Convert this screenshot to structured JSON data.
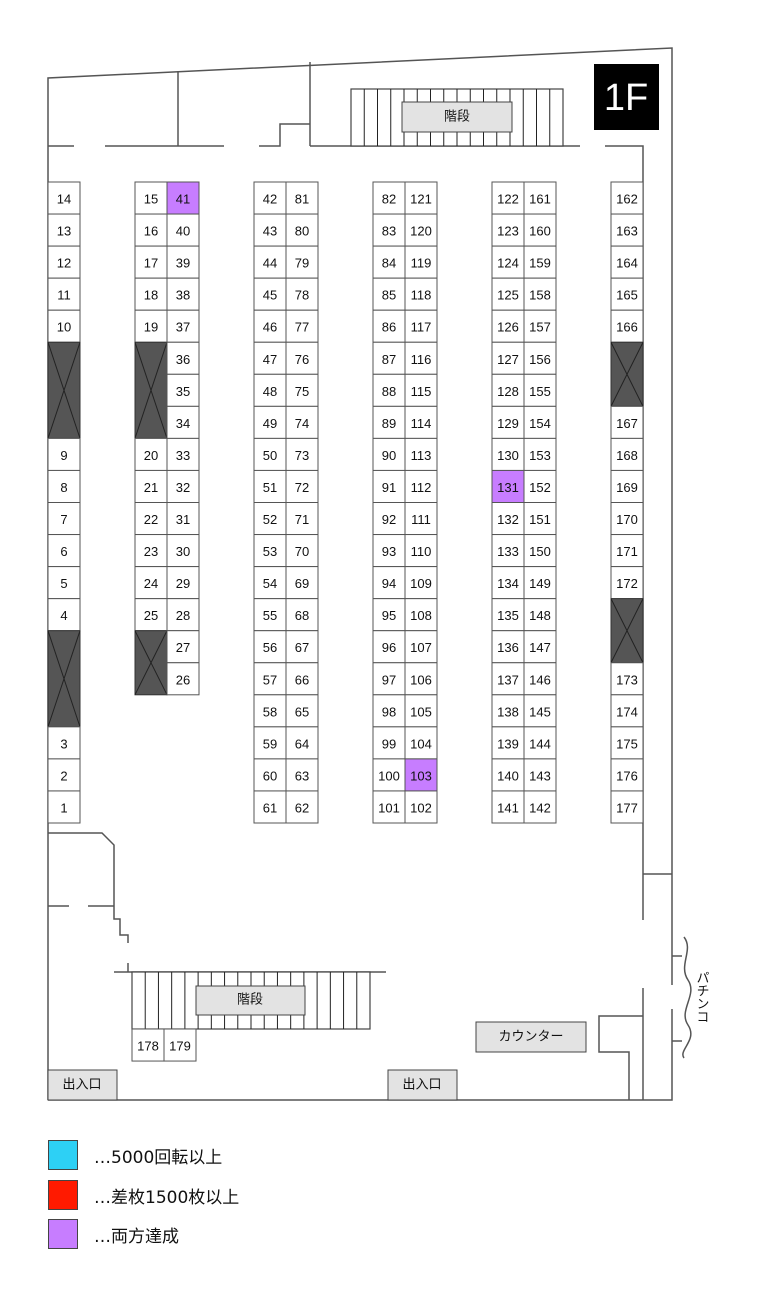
{
  "floor_label": "1F",
  "stairs_label": "階段",
  "entrance_label": "出入口",
  "counter_label": "カウンター",
  "pachinko_label": "パチンコ",
  "colors": {
    "spins_5000": "#2dd0f5",
    "diff_1500": "#ff1a00",
    "both": "#c77dff"
  },
  "columns": [
    {
      "cells": [
        14,
        13,
        12,
        11,
        10,
        null,
        null,
        null,
        9,
        8,
        7,
        6,
        5,
        4,
        null,
        null,
        null,
        3,
        2,
        1
      ]
    },
    {
      "cells": [
        15,
        16,
        17,
        18,
        19,
        null,
        null,
        null,
        20,
        21,
        22,
        23,
        24,
        25,
        null,
        null
      ]
    },
    {
      "cells": [
        41,
        40,
        39,
        38,
        37,
        36,
        35,
        34,
        33,
        32,
        31,
        30,
        29,
        28,
        27,
        26
      ]
    },
    {
      "cells": [
        42,
        43,
        44,
        45,
        46,
        47,
        48,
        49,
        50,
        51,
        52,
        53,
        54,
        55,
        56,
        57,
        58,
        59,
        60,
        61
      ]
    },
    {
      "cells": [
        81,
        80,
        79,
        78,
        77,
        76,
        75,
        74,
        73,
        72,
        71,
        70,
        69,
        68,
        67,
        66,
        65,
        64,
        63,
        62
      ]
    },
    {
      "cells": [
        82,
        83,
        84,
        85,
        86,
        87,
        88,
        89,
        90,
        91,
        92,
        93,
        94,
        95,
        96,
        97,
        98,
        99,
        100,
        101
      ]
    },
    {
      "cells": [
        121,
        120,
        119,
        118,
        117,
        116,
        115,
        114,
        113,
        112,
        111,
        110,
        109,
        108,
        107,
        106,
        105,
        104,
        103,
        102
      ]
    },
    {
      "cells": [
        122,
        123,
        124,
        125,
        126,
        127,
        128,
        129,
        130,
        131,
        132,
        133,
        134,
        135,
        136,
        137,
        138,
        139,
        140,
        141
      ]
    },
    {
      "cells": [
        161,
        160,
        159,
        158,
        157,
        156,
        155,
        154,
        153,
        152,
        151,
        150,
        149,
        148,
        147,
        146,
        145,
        144,
        143,
        142
      ]
    },
    {
      "cells": [
        162,
        163,
        164,
        165,
        166,
        null,
        null,
        167,
        168,
        169,
        170,
        171,
        172,
        null,
        null,
        173,
        174,
        175,
        176,
        177
      ]
    }
  ],
  "extra_cells": [
    178,
    179
  ],
  "highlighted": {
    "41": "both",
    "103": "both",
    "131": "both"
  },
  "legend": [
    {
      "key": "spins_5000",
      "text": "…5000回転以上"
    },
    {
      "key": "diff_1500",
      "text": "…差枚1500枚以上"
    },
    {
      "key": "both",
      "text": "…両方達成"
    }
  ]
}
